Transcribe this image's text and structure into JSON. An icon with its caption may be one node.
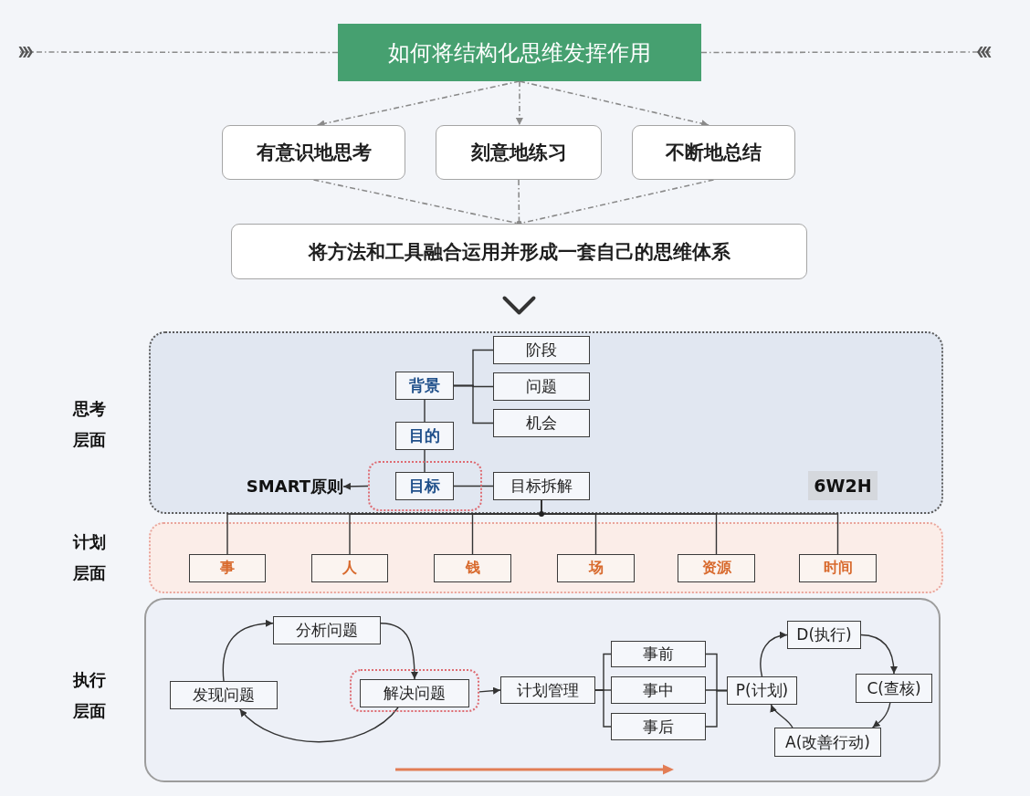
{
  "diagram": {
    "nodes": [
      {
        "text": [
          "如何将结构化思维发挥作用"
        ]
      },
      {
        "text": [
          "有意识地思考"
        ]
      },
      {
        "text": [
          "刻意地练习"
        ]
      },
      {
        "text": [
          "不断地总结"
        ]
      },
      {
        "text": [
          "将方法和工具融合运用并形成一套自己的思维体系"
        ]
      },
      {
        "text": [
          "思考层面"
        ]
      },
      {
        "text": [
          "背景"
        ],
        "in": 5
      },
      {
        "text": [
          "阶段"
        ],
        "in": 5
      },
      {
        "text": [
          "问题"
        ],
        "in": 5
      },
      {
        "text": [
          "机会"
        ],
        "in": 5
      },
      {
        "text": [
          "目的"
        ],
        "in": 5
      },
      {
        "text": [
          "SMART原则"
        ],
        "in": 5
      },
      {
        "text": [],
        "shape": "box",
        "in": 5
      },
      {
        "text": [
          "目标"
        ],
        "in": 12
      },
      {
        "text": [
          "目标拆解"
        ],
        "in": 5
      },
      {
        "text": [
          "6W2H"
        ],
        "in": 5
      },
      {
        "text": [
          "计划层面"
        ]
      },
      {
        "text": [
          "事"
        ],
        "in": 16
      },
      {
        "text": [
          "人"
        ],
        "in": 16
      },
      {
        "text": [
          "钱"
        ],
        "in": 16
      },
      {
        "text": [
          "场"
        ],
        "in": 16
      },
      {
        "text": [
          "资源"
        ],
        "in": 16
      },
      {
        "text": [
          "时间"
        ],
        "in": 16
      },
      {
        "text": [
          "执行层面"
        ]
      },
      {
        "text": [
          "发现问题"
        ],
        "in": 23
      },
      {
        "text": [
          "分析问题"
        ],
        "in": 23
      },
      {
        "text": [],
        "shape": "box",
        "in": 23
      },
      {
        "text": [
          "解决问题"
        ],
        "in": 26
      },
      {
        "text": [
          "计划管理"
        ],
        "in": 23
      },
      {
        "text": [
          "事前"
        ],
        "in": 23
      },
      {
        "text": [
          "事中"
        ],
        "in": 23
      },
      {
        "text": [
          "事后"
        ],
        "in": 23
      },
      {
        "text": [
          "P(计划)"
        ],
        "in": 23
      },
      {
        "text": [
          "D(执行)"
        ],
        "in": 23
      },
      {
        "text": [
          "C(查核)"
        ],
        "in": 23
      },
      {
        "text": [
          "A(改善行动)"
        ],
        "in": 23
      }
    ],
    "edges": [
      {
        "from": 0,
        "to": null,
        "arrow": "other",
        "style": "dashed",
        "color": "#8a8a8a"
      },
      {
        "from": 0,
        "to": null,
        "arrow": "other",
        "style": "dashed",
        "color": "#8a8a8a"
      },
      {
        "from": 0,
        "to": 1,
        "arrow": "to",
        "style": "dashed",
        "color": "#8a8a8a"
      },
      {
        "from": 0,
        "to": 2,
        "arrow": "to",
        "style": "dashed",
        "color": "#8a8a8a"
      },
      {
        "from": 0,
        "to": 3,
        "arrow": "to",
        "style": "dashed",
        "color": "#8a8a8a"
      },
      {
        "from": 1,
        "to": 4,
        "arrow": "other",
        "style": "dashed",
        "color": "#8a8a8a"
      },
      {
        "from": 2,
        "to": 4,
        "arrow": "other",
        "style": "dashed",
        "color": "#8a8a8a"
      },
      {
        "from": 3,
        "to": 4,
        "arrow": "other",
        "style": "dashed",
        "color": "#8a8a8a"
      },
      {
        "from": 4,
        "to": 5,
        "arrow": "to",
        "style": "thick"
      },
      {
        "from": 6,
        "to": 7,
        "arrow": "none"
      },
      {
        "from": 6,
        "to": 8,
        "arrow": "none"
      },
      {
        "from": 6,
        "to": 9,
        "arrow": "none"
      },
      {
        "from": 6,
        "to": 10,
        "arrow": "none"
      },
      {
        "from": 10,
        "to": 13,
        "arrow": "none"
      },
      {
        "from": 13,
        "to": 14,
        "arrow": "none"
      },
      {
        "from": 12,
        "to": 11,
        "arrow": "to"
      },
      {
        "from": 14,
        "to": 17,
        "arrow": "none"
      },
      {
        "from": 14,
        "to": 18,
        "arrow": "none"
      },
      {
        "from": 14,
        "to": 19,
        "arrow": "none"
      },
      {
        "from": 14,
        "to": 20,
        "arrow": "none"
      },
      {
        "from": 14,
        "to": 21,
        "arrow": "none"
      },
      {
        "from": 14,
        "to": 22,
        "arrow": "none"
      },
      {
        "from": 24,
        "to": 25,
        "arrow": "to"
      },
      {
        "from": 25,
        "to": 27,
        "arrow": "to"
      },
      {
        "from": 27,
        "to": 24,
        "arrow": "to"
      },
      {
        "from": 26,
        "to": 28,
        "arrow": "to"
      },
      {
        "from": 28,
        "to": 29,
        "arrow": "none"
      },
      {
        "from": 28,
        "to": 30,
        "arrow": "none"
      },
      {
        "from": 28,
        "to": 31,
        "arrow": "none"
      },
      {
        "from": 29,
        "to": 32,
        "arrow": "none"
      },
      {
        "from": 30,
        "to": 32,
        "arrow": "none"
      },
      {
        "from": 31,
        "to": 32,
        "arrow": "none"
      },
      {
        "from": 32,
        "to": 33,
        "arrow": "to"
      },
      {
        "from": 33,
        "to": 34,
        "arrow": "to"
      },
      {
        "from": 34,
        "to": 35,
        "arrow": "to"
      },
      {
        "from": 35,
        "to": 32,
        "arrow": "to"
      }
    ]
  }
}
